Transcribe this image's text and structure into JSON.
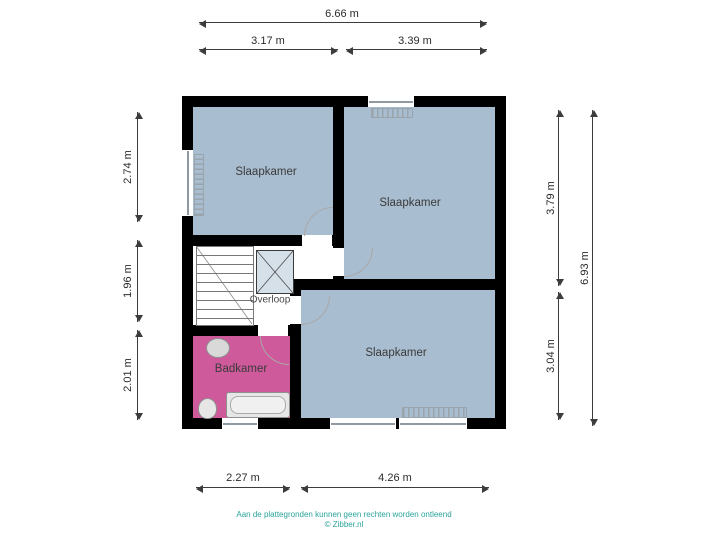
{
  "floorplan": {
    "rooms": {
      "bedroom_top_left": "Slaapkamer",
      "bedroom_top_right": "Slaapkamer",
      "bedroom_bottom_right": "Slaapkamer",
      "bathroom": "Badkamer",
      "landing": "Overloop"
    },
    "dimensions": {
      "top_total": "6.66 m",
      "top_left_segment": "3.17 m",
      "top_right_segment": "3.39 m",
      "left_top": "2.74 m",
      "left_middle": "1.96 m",
      "left_bottom": "2.01 m",
      "right_upper": "3.79 m",
      "right_lower": "3.04 m",
      "right_total": "6.93 m",
      "bottom_left": "2.27 m",
      "bottom_right": "4.26 m"
    }
  },
  "footer": {
    "disclaimer": "Aan de plattegronden kunnen geen rechten worden ontleend",
    "credit": "© Zibber.nl"
  },
  "colors": {
    "wall": "#000000",
    "room_fill": "#a9bdd0",
    "bathroom_fill": "#cf5a9b",
    "shaft_fill": "#d6e0e9",
    "dim_color": "#3c3c3c",
    "footer_color": "#2aa49b"
  }
}
